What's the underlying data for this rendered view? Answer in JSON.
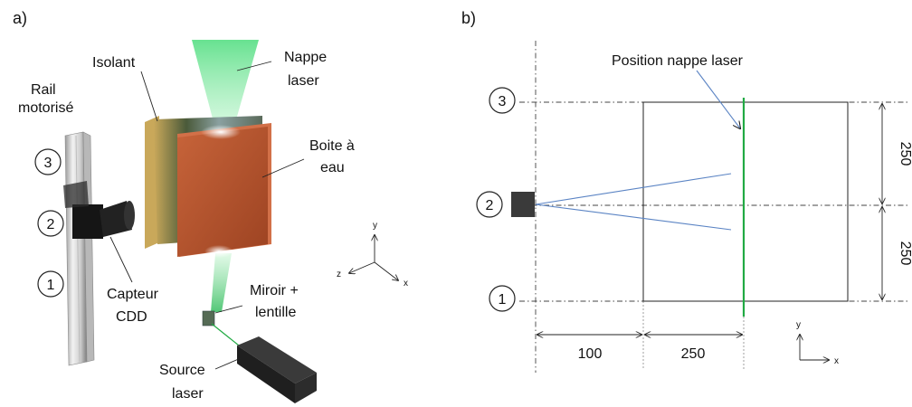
{
  "panel_a": {
    "label": "a)",
    "rail_label": [
      "Rail",
      "motorisé"
    ],
    "insulator_label": "Isolant",
    "sheet_label": [
      "Nappe",
      "laser"
    ],
    "box_label": [
      "Boite à",
      "eau"
    ],
    "sensor_label": [
      "Capteur",
      "CDD"
    ],
    "mirror_label": [
      "Miroir +",
      "lentille"
    ],
    "source_label": [
      "Source",
      "laser"
    ],
    "positions": [
      "3",
      "2",
      "1"
    ],
    "axes": {
      "y": "y",
      "z": "z",
      "x": "x"
    }
  },
  "panel_b": {
    "label": "b)",
    "sheet_position_label": "Position nappe laser",
    "positions": [
      "3",
      "2",
      "1"
    ],
    "dim_horizontal": [
      "100",
      "250"
    ],
    "dim_vertical": [
      "250",
      "250"
    ],
    "axes": {
      "y": "y",
      "x": "x"
    }
  },
  "colors": {
    "laser_green": "#22aa44",
    "water_box": "#b4532d",
    "ray_blue": "#5b84c4"
  }
}
